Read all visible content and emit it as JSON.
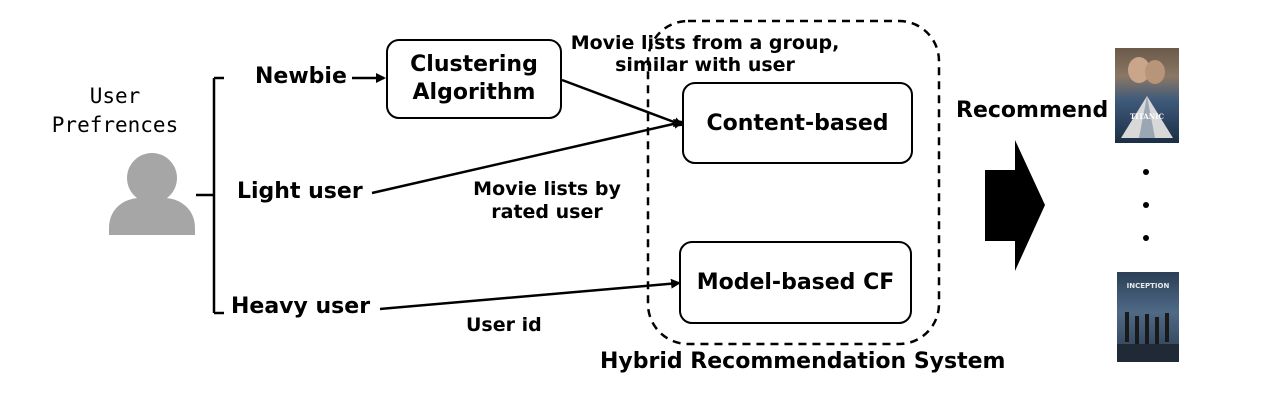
{
  "user": {
    "title_line1": "User",
    "title_line2": "Prefrences",
    "icon": "person-icon"
  },
  "user_types": {
    "newbie": "Newbie",
    "light": "Light user",
    "heavy": "Heavy user"
  },
  "boxes": {
    "clustering_line1": "Clustering",
    "clustering_line2": "Algorithm",
    "content_based": "Content-based",
    "model_based": "Model-based CF"
  },
  "edge_labels": {
    "group_line1": "Movie lists from a group,",
    "group_line2": "similar with user",
    "rated_line1": "Movie lists by",
    "rated_line2": "rated user",
    "user_id": "User id"
  },
  "system_label": "Hybrid Recommendation System",
  "recommend_label": "Recommend",
  "posters": {
    "top_title": "TITANIC",
    "bottom_title": "INCEPTION"
  },
  "colors": {
    "person": "#a6a6a6",
    "stroke": "#000000"
  }
}
